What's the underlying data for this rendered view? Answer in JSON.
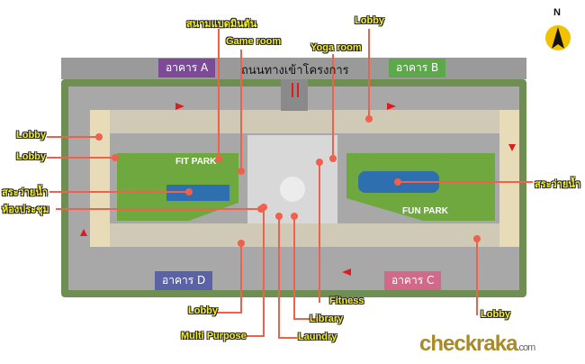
{
  "compass": {
    "label": "N"
  },
  "road": {
    "label": "ถนนทางเข้าโครงการ"
  },
  "buildings": {
    "a": "อาคาร A",
    "b": "อาคาร B",
    "c": "อาคาร C",
    "d": "อาคาร D"
  },
  "parks": {
    "fit": "FIT PARK",
    "fun": "FUN PARK"
  },
  "labels": {
    "badminton": "สนามแบดมินตัน",
    "game_room": "Game room",
    "lobby_top": "Lobby",
    "yoga_room": "Yoga room",
    "lobby_left1": "Lobby",
    "lobby_left2": "Lobby",
    "pool_left": "สระว่ายน้ำ",
    "meeting_room": "ห้องประชุม",
    "pool_right": "สระว่ายน้ำ",
    "fitness": "Fitness",
    "lobby_bottom": "Lobby",
    "library": "Library",
    "multi_purpose": "Multi Purpose",
    "laundry": "Laundry",
    "lobby_bottom_right": "Lobby"
  },
  "watermark": {
    "brand": "checkraka",
    ".com": ".com"
  },
  "colors": {
    "building_a": "#7d4a98",
    "building_b": "#5ca84a",
    "building_c": "#d2698a",
    "building_d": "#5a62a8",
    "label": "#f5ee2a",
    "leader": "#f0604a"
  }
}
